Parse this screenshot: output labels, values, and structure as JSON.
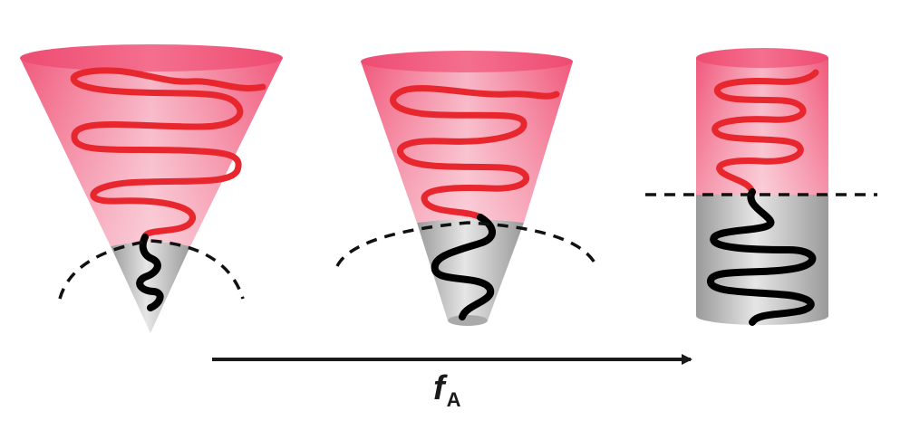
{
  "arrow": {
    "label_main": "f",
    "label_sub": "A"
  },
  "colors": {
    "pink_top": "#f0587a",
    "pink_light": "#f8c7d2",
    "red_chain": "#e8262e",
    "black_chain": "#000000",
    "gray": "#c8c8c8",
    "gray_dark": "#8f8f8f",
    "dashed": "#111111",
    "arrow": "#1a1a1a"
  },
  "shapes": [
    {
      "name": "cone-shape-1",
      "kind": "cone"
    },
    {
      "name": "cone-shape-2",
      "kind": "truncated-cone"
    },
    {
      "name": "cylinder-shape",
      "kind": "cylinder"
    }
  ]
}
